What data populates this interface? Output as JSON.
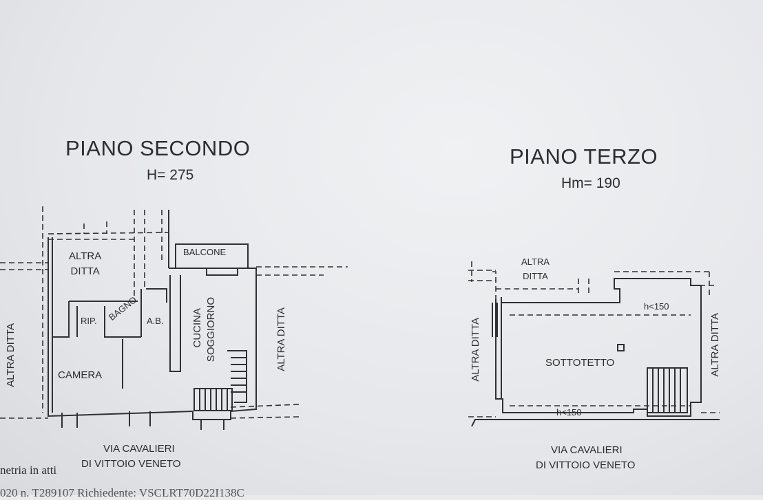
{
  "colors": {
    "paper": "#e9eaec",
    "ink": "#2a2b2f"
  },
  "left_plan": {
    "title": "PIANO SECONDO",
    "height": "H= 275",
    "rooms": {
      "altra_ditta_top": "ALTRA\nDITTA",
      "balcone": "BALCONE",
      "rip": "RIP.",
      "bagno": "BAGNO",
      "ab": "A.B.",
      "camera": "CAMERA",
      "cucina": "CUCINA",
      "soggiorno": "SOGGIORNO",
      "altra_ditta_left": "ALTRA DITTA",
      "altra_ditta_right": "ALTRA DITTA"
    },
    "street_line1": "VIA CAVALIERI",
    "street_line2": "DI VITTOIO VENETO"
  },
  "right_plan": {
    "title": "PIANO TERZO",
    "height": "Hm= 190",
    "rooms": {
      "altra_ditta_top": "ALTRA\nDITTA",
      "sottotetto": "SOTTOTETTO",
      "h_top": "h<150",
      "h_bottom": "h<150",
      "altra_ditta_left": "ALTRA DITTA",
      "altra_ditta_right": "ALTRA DITTA"
    },
    "street_line1": "VIA CAVALIERI",
    "street_line2": "DI VITTOIO VENETO"
  },
  "footer": {
    "partial_text": "netria in atti",
    "partial_bottom": "020   n. T289107   Richiedente: VSCLRT70D22I138C"
  }
}
